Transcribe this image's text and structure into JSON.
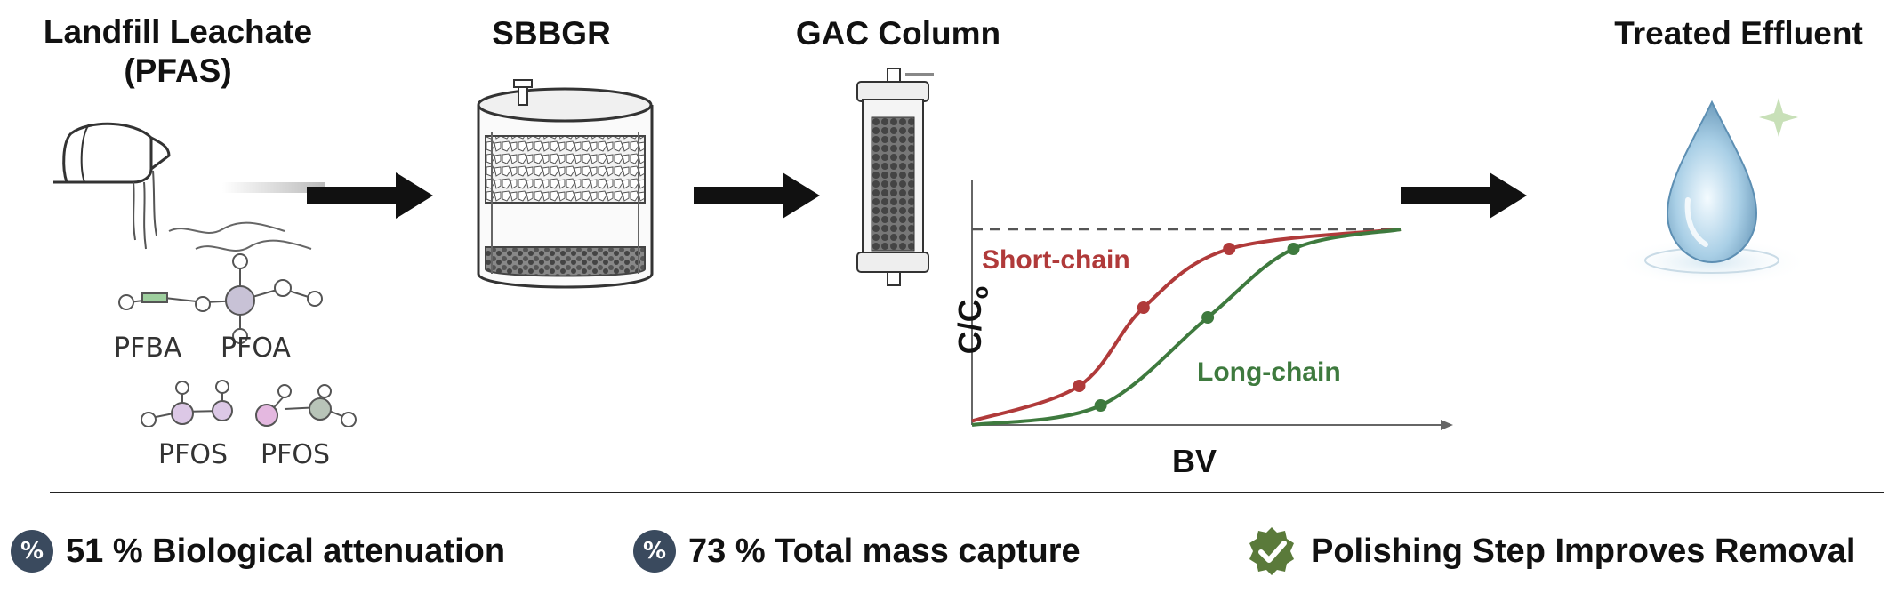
{
  "stages": {
    "leachate": {
      "line1": "Landfill Leachate",
      "line2": "(PFAS)"
    },
    "sbbgr": "SBBGR",
    "gac": "GAC Column",
    "effluent": "Treated Effluent"
  },
  "molecules": {
    "m1": "PFBA",
    "m2": "PFOA",
    "m3": "PFOS",
    "m4": "PFOS"
  },
  "chart": {
    "ylabel_main": "C/C",
    "ylabel_sub": "o",
    "xlabel": "BV",
    "short_label": "Short-chain",
    "long_label": "Long-chain"
  },
  "chart_data": {
    "type": "line",
    "xlabel": "BV",
    "ylabel": "C/Co",
    "series": [
      {
        "name": "Short-chain",
        "color": "#b03a3a",
        "points": [
          [
            0,
            0.02
          ],
          [
            0.25,
            0.2
          ],
          [
            0.4,
            0.6
          ],
          [
            0.6,
            0.9
          ],
          [
            1.0,
            1.0
          ]
        ]
      },
      {
        "name": "Long-chain",
        "color": "#3e7a3e",
        "points": [
          [
            0,
            0.0
          ],
          [
            0.3,
            0.1
          ],
          [
            0.55,
            0.55
          ],
          [
            0.75,
            0.9
          ],
          [
            1.0,
            1.0
          ]
        ]
      }
    ],
    "reference_line": 1.0
  },
  "footer": {
    "item1": {
      "icon": "%",
      "text": "51 % Biological attenuation"
    },
    "item2": {
      "icon": "%",
      "text": "73 % Total mass capture"
    },
    "item3": {
      "icon": "check",
      "text": "Polishing Step Improves Removal"
    }
  },
  "colors": {
    "short": "#b03a3a",
    "long": "#3e7a3e",
    "badge": "#3a4a5e",
    "check": "#5a7a3a"
  }
}
